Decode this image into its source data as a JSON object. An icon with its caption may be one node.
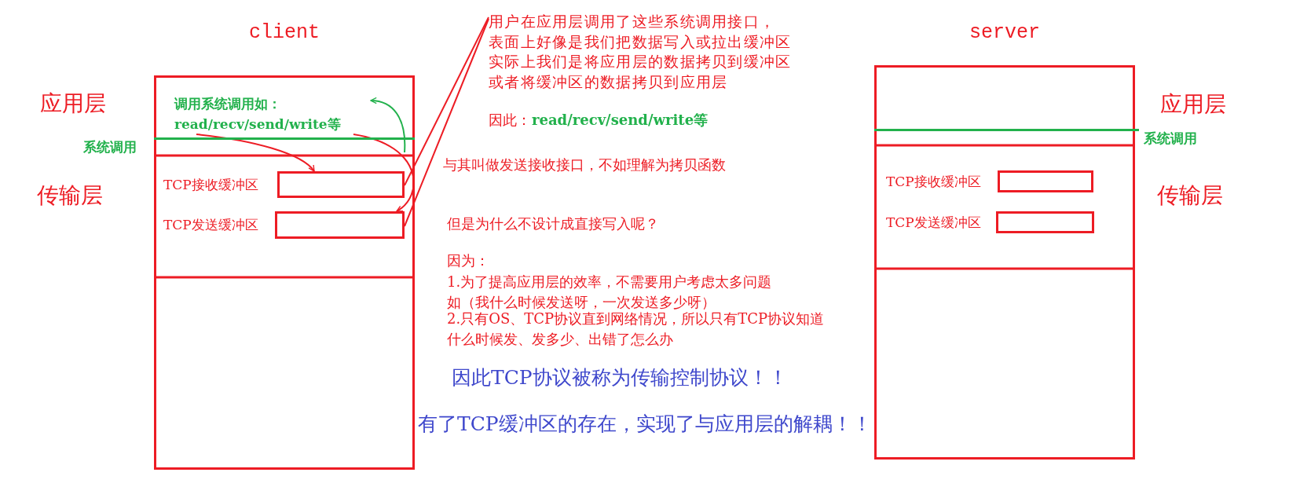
{
  "diagram": {
    "nodes": [
      {
        "text": [
          "client"
        ]
      },
      {
        "text": [
          "调用系统调用如： read/recv/send/write等"
        ],
        "in": 0
      },
      {
        "text": [
          "TCP接收缓冲区"
        ],
        "in": 0
      },
      {
        "text": [
          "TCP发送缓冲区"
        ],
        "in": 0
      },
      {
        "text": [
          "server"
        ]
      },
      {
        "text": [
          "TCP接收缓冲区"
        ],
        "in": 4
      },
      {
        "text": [
          "TCP发送缓冲区"
        ],
        "in": 4
      },
      {
        "text": [
          "用户在应用层调用了这些系统调用接口，",
          "表面上好像是我们把数据写入或拉出缓冲区",
          "实际上我们是将应用层的数据拷贝到缓冲区",
          "或者将缓冲区的数据拷贝到应用层"
        ]
      }
    ],
    "edges": [
      {
        "from": 1,
        "to": 2,
        "arrow": "to"
      },
      {
        "from": 1,
        "to": 3,
        "arrow": "to"
      },
      {
        "from": null,
        "to": 1,
        "arrow": "to",
        "color": "#22b14c"
      },
      {
        "from": 7,
        "to": 2,
        "arrow": "none"
      },
      {
        "from": 7,
        "to": 3,
        "arrow": "none"
      }
    ],
    "labels": [
      "应用层",
      "系统调用",
      "传输层",
      "应用层",
      "系统调用",
      "传输层",
      "因此：",
      "read/recv/send/write等",
      "与其叫做发送接收接口，不如理解为拷贝函数",
      "但是为什么不设计成直接写入呢？",
      "因为：",
      "1.为了提高应用层的效率，不需要用户考虑太多问题",
      "如（我什么时候发送呀，一次发送多少呀）",
      "2.只有OS、TCP协议直到网络情况，所以只有TCP协议知道",
      "什么时候发、发多少、出错了怎么办",
      "因此TCP协议被称为传输控制协议！！",
      "有了TCP缓冲区的存在，实现了与应用层的解耦！！"
    ]
  }
}
